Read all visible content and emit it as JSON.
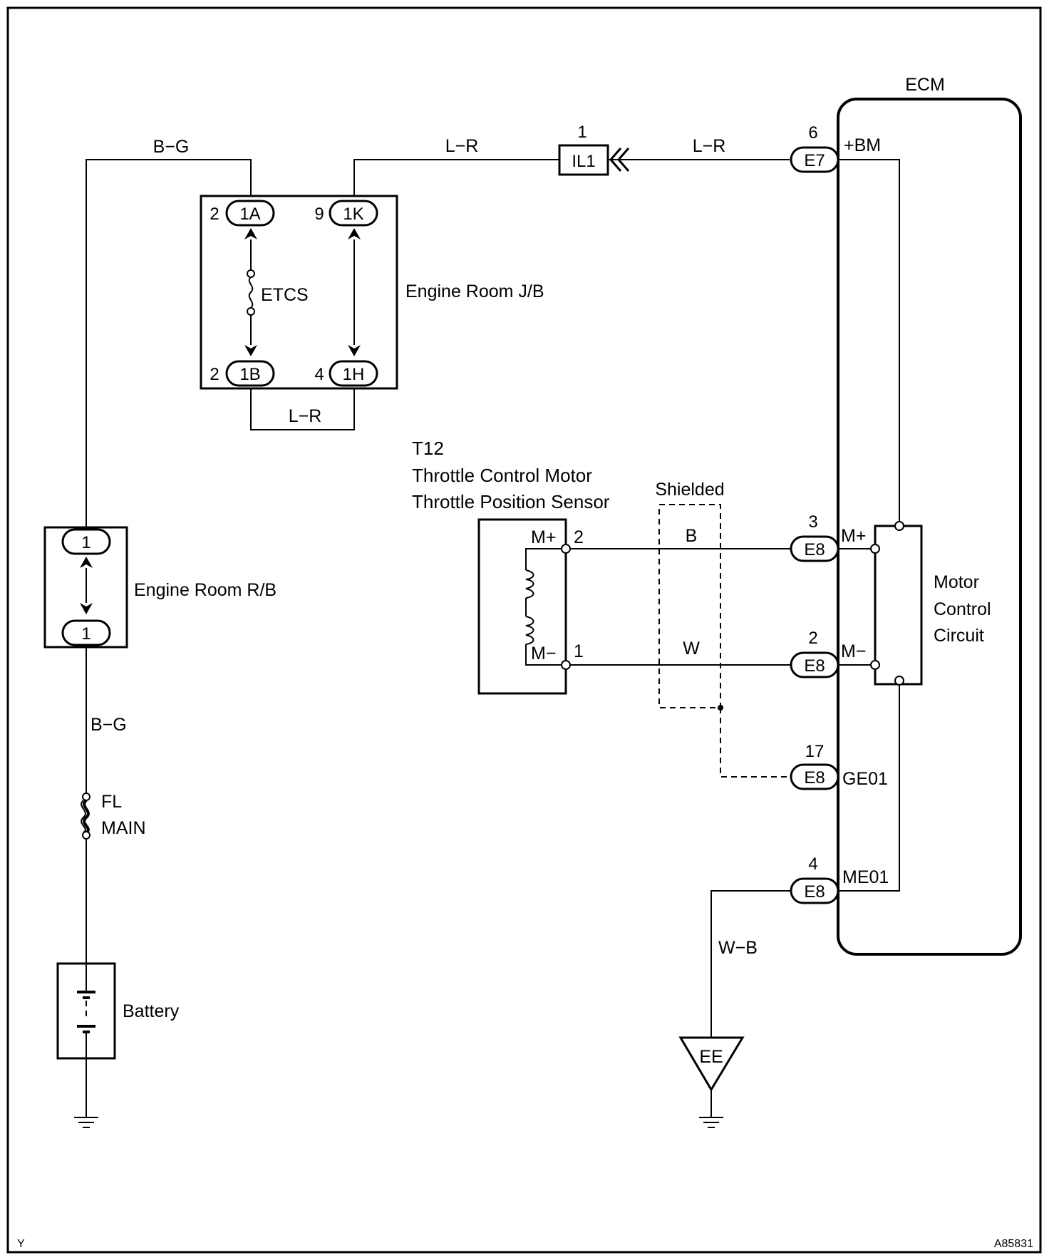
{
  "wires": {
    "bg_top": "B−G",
    "lr_jb": "L−R",
    "lr_il1": "L−R",
    "lr_jb_bottom": "L−R",
    "bg_left": "B−G",
    "b_motor": "B",
    "w_motor": "W",
    "wb_ground": "W−B"
  },
  "components": {
    "ecm": "ECM",
    "engine_room_jb": "Engine Room J/B",
    "etcs_fuse": "ETCS",
    "engine_room_rb": "Engine Room R/B",
    "fl_main_1": "FL",
    "fl_main_2": "MAIN",
    "battery": "Battery",
    "sensor_code": "T12",
    "sensor_name_1": "Throttle Control Motor",
    "sensor_name_2": "Throttle Position Sensor",
    "shielded": "Shielded",
    "motor_circuit_1": "Motor",
    "motor_circuit_2": "Control",
    "motor_circuit_3": "Circuit",
    "ground_ee": "EE"
  },
  "connectors": {
    "jb_1a": "1A",
    "jb_1a_pin": "2",
    "jb_1k": "1K",
    "jb_1k_pin": "9",
    "jb_1b": "1B",
    "jb_1b_pin": "2",
    "jb_1h": "1H",
    "jb_1h_pin": "4",
    "il1": "IL1",
    "il1_pin": "1",
    "e7": "E7",
    "e7_pin": "6",
    "e8_mplus": "E8",
    "e8_mplus_pin": "3",
    "e8_mminus": "E8",
    "e8_mminus_pin": "2",
    "e8_ge01": "E8",
    "e8_ge01_pin": "17",
    "e8_me01": "E8",
    "e8_me01_pin": "4",
    "rb_top": "1",
    "rb_bottom": "1"
  },
  "terminals": {
    "bm": "+BM",
    "ecm_mplus": "M+",
    "ecm_mminus": "M−",
    "ge01": "GE01",
    "me01": "ME01",
    "sensor_mplus": "M+",
    "sensor_mplus_pin": "2",
    "sensor_mminus": "M−",
    "sensor_mminus_pin": "1"
  },
  "footer": {
    "left": "Y",
    "right": "A85831"
  }
}
